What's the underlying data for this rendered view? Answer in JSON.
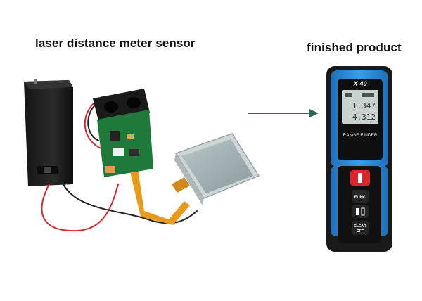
{
  "captions": {
    "left": "laser distance meter sensor",
    "right": "finished product"
  },
  "device": {
    "model": "X-40",
    "lcd_line1": "1.347",
    "lcd_line2": "4.312",
    "panel_label": "RANGE FINDER",
    "buttons": {
      "func": "FUNC",
      "clear_line1": "CLEAR",
      "clear_line2": "OFF"
    }
  },
  "colors": {
    "device_blue": "#2f8fd8",
    "device_body": "#1e1e1e",
    "button_red": "#d8262c",
    "pcb_green": "#1f7a3a",
    "flex_cable": "#e89a1c",
    "arrow": "#2e6b5e"
  }
}
